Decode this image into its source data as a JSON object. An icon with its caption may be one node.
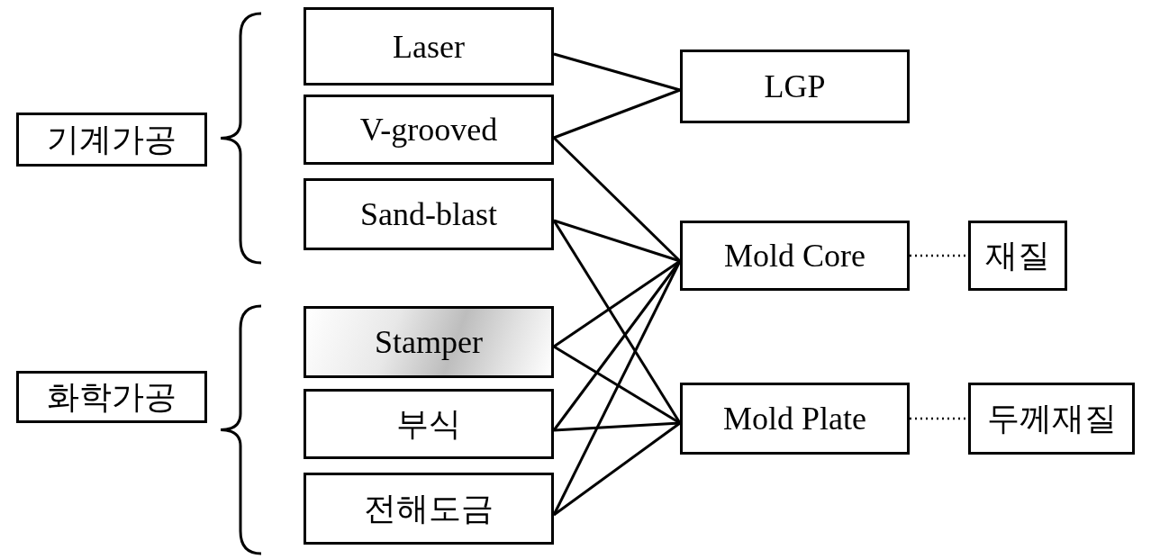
{
  "diagram": {
    "nodes": [
      {
        "text": [
          "기계가공"
        ]
      },
      {
        "text": [
          "Laser"
        ]
      },
      {
        "text": [
          "V-grooved"
        ]
      },
      {
        "text": [
          "Sand-blast"
        ]
      },
      {
        "text": [
          "화학가공"
        ]
      },
      {
        "text": [
          "Stamper"
        ]
      },
      {
        "text": [
          "부식"
        ]
      },
      {
        "text": [
          "전해도금"
        ]
      },
      {
        "text": [
          "LGP"
        ]
      },
      {
        "text": [
          "Mold Core"
        ]
      },
      {
        "text": [
          "재질"
        ]
      },
      {
        "text": [
          "Mold Plate"
        ]
      },
      {
        "text": [
          "두께재질"
        ]
      }
    ],
    "edges": [
      {
        "from": 1,
        "to": 8,
        "arrow": "none"
      },
      {
        "from": 2,
        "to": 8,
        "arrow": "none"
      },
      {
        "from": 2,
        "to": 9,
        "arrow": "none"
      },
      {
        "from": 3,
        "to": 9,
        "arrow": "none"
      },
      {
        "from": 3,
        "to": 11,
        "arrow": "none"
      },
      {
        "from": 5,
        "to": 9,
        "arrow": "none"
      },
      {
        "from": 5,
        "to": 11,
        "arrow": "none"
      },
      {
        "from": 6,
        "to": 9,
        "arrow": "none"
      },
      {
        "from": 6,
        "to": 11,
        "arrow": "none"
      },
      {
        "from": 7,
        "to": 9,
        "arrow": "none"
      },
      {
        "from": 7,
        "to": 11,
        "arrow": "none"
      },
      {
        "from": 9,
        "to": 10,
        "arrow": "none",
        "style": "dashed"
      },
      {
        "from": 11,
        "to": 12,
        "arrow": "none",
        "style": "dashed"
      }
    ]
  }
}
